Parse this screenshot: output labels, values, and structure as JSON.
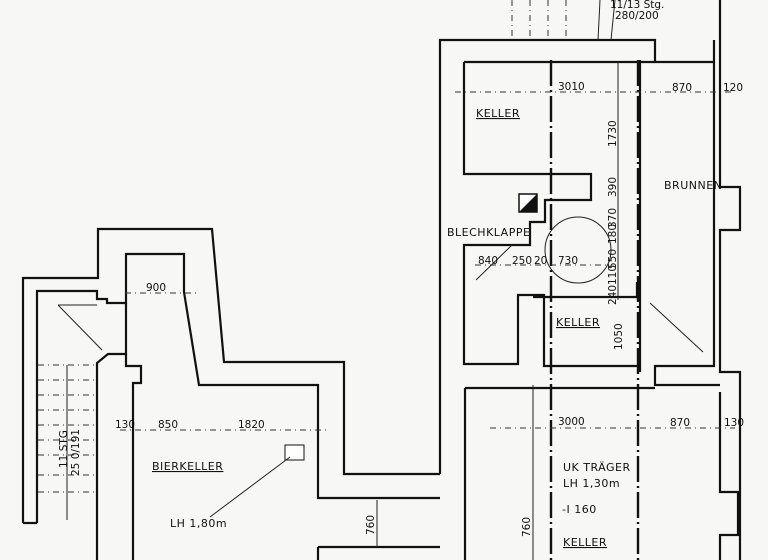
{
  "rooms": {
    "keller_top": "KELLER",
    "blechklappe": "BLECHKLAPPE",
    "brunnen": "BRUNNEN",
    "keller_mid": "KELLER",
    "bierkeller": "BIERKELLER",
    "lh_bierkeller": "LH   1,80m",
    "uk_traeger": "UK TRÄGER",
    "lh_uk": "LH 1,30m",
    "i160": "-I 160",
    "keller_bottom": "KELLER"
  },
  "stairs": {
    "top_line1": "11/13 Stg.",
    "top_line2": "280/200",
    "left_line1": "11 STG",
    "left_line2": "25 0/191"
  },
  "dimensions": {
    "d3010": "3010",
    "d870a": "870",
    "d120": "120",
    "d1730": "1730",
    "d390": "390",
    "d370": "370",
    "d180": "180",
    "d550": "550",
    "d840": "840",
    "d250": "250",
    "d20": "20",
    "d730": "730",
    "d110": "110",
    "d240": "240",
    "d1050": "1050",
    "d900": "900",
    "d130": "130",
    "d850": "850",
    "d1820": "1820",
    "d3000": "3000",
    "d870b": "870",
    "d130b": "130",
    "d760a": "760",
    "d760b": "760"
  },
  "colors": {
    "ink": "#111111",
    "paper": "#f7f7f5"
  }
}
